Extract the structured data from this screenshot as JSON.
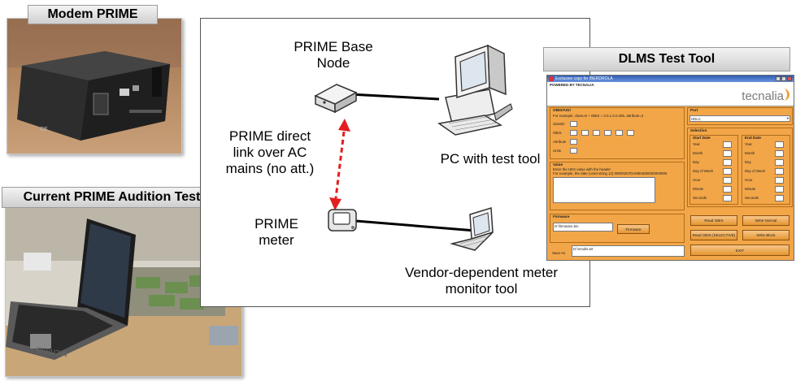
{
  "labels": {
    "modem": "Modem PRIME",
    "audition": "Current PRIME Audition Test Tool",
    "dlms": "DLMS Test Tool"
  },
  "diagram": {
    "base_node_l1": "PRIME Base",
    "base_node_l2": "Node",
    "direct_l1": "PRIME direct",
    "direct_l2": "link over AC",
    "direct_l3": "mains (no att.)",
    "pc": "PC with test tool",
    "meter_l1": "PRIME",
    "meter_l2": "meter",
    "vendor_l1": "Vendor-dependent meter",
    "vendor_l2": "monitor tool"
  },
  "photos": {
    "audition_logo": "tecnalia"
  },
  "dlms_window": {
    "title": "Exclusive copy for IBERDROLA",
    "powered_by": "POWERED BY TECNALIA",
    "logo": "tecnalia",
    "obis_group": "OBIS/Attri",
    "obis_example": "For example, class=8 + OBIS = 0.0.1.0.0.255, attribute=2",
    "class_label": "classID",
    "obis_label": "OBIS",
    "attribute_label": "Attribute",
    "units_label": "Units",
    "port_group": "Port",
    "port_value": "HDLC",
    "selection_group": "Selection",
    "start_date": "Start Date",
    "end_date": "End Date",
    "date_fields": [
      "Year",
      "Month",
      "Day",
      "Day of Week",
      "Hour",
      "Minute",
      "Seconds"
    ],
    "value_group": "Value",
    "value_hint1": "Enter the HEX value with the header",
    "value_hint2": "For example, the date (octet string 12) 09000207DA0904080000000000",
    "firmware_group": "Firmware",
    "firmware_value": "D:\\firmware.bin",
    "firmware_btn": "Firmware",
    "save_label": "Save As",
    "save_value": "D:\\results.txt",
    "btn_read_obis": "Read OBIS",
    "btn_write_normal": "Write Normal",
    "btn_read_selective": "Read OBIS (SELECTIVE)",
    "btn_write_block": "Write Block",
    "btn_exit": "EXIT"
  },
  "colors": {
    "link_arrow": "#e41e1e",
    "dlms_bg": "#f2a648",
    "dlms_title": "#2f5fb8"
  }
}
